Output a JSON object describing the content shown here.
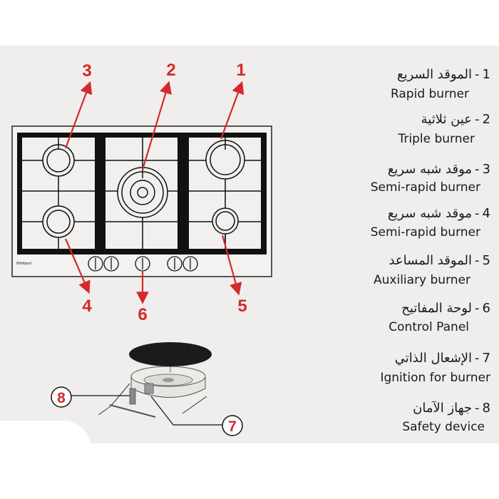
{
  "brand_logo": "Whirlpool",
  "callouts": [
    "1",
    "2",
    "3",
    "4",
    "5",
    "6",
    "7",
    "8"
  ],
  "legend": [
    {
      "num": "1",
      "ar": "الموقد  السريع",
      "en": "Rapid burner"
    },
    {
      "num": "2",
      "ar": "عين ثلاثية",
      "en": "Triple burner"
    },
    {
      "num": "3",
      "ar": "موقد شبه سريع",
      "en": "Semi-rapid burner"
    },
    {
      "num": "4",
      "ar": "موقد شبه سريع",
      "en": "Semi-rapid burner"
    },
    {
      "num": "5",
      "ar": "الموقد المساعد",
      "en": "Auxiliary burner"
    },
    {
      "num": "6",
      "ar": "لوحة المفاتيح",
      "en": "Control Panel"
    },
    {
      "num": "7",
      "ar": "الإشعال الذاتي",
      "en": "Ignition for burner"
    },
    {
      "num": "8",
      "ar": "جهاز الآمان",
      "en": "Safety device"
    }
  ],
  "colors": {
    "accent": "#d42a2a",
    "frame": "#111111",
    "background": "#efeeec"
  }
}
